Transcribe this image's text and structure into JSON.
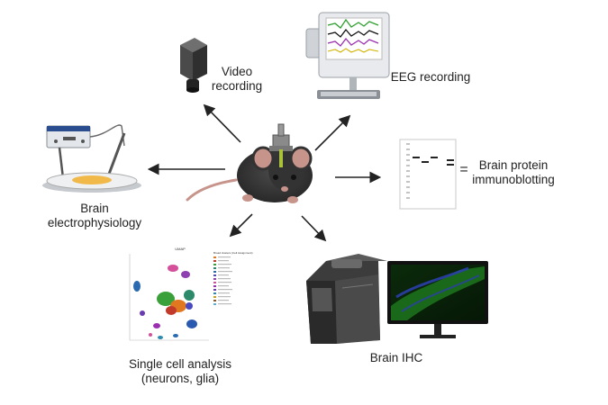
{
  "labels": {
    "video": [
      "Video",
      "recording"
    ],
    "eeg": "EEG recording",
    "ephys": [
      "Brain",
      "electrophysiology"
    ],
    "protein": [
      "Brain protein",
      "immunoblotting"
    ],
    "single_cell": [
      "Single cell analysis",
      "(neurons, glia)"
    ],
    "ihc": "Brain IHC"
  },
  "plot": {
    "title": "UMAP",
    "legend_title": "Broad clusters (Cell Assignment)"
  },
  "colors": {
    "mouse_body": "#3a3a3a",
    "mouse_ear": "#c7948b",
    "implant": "#a9c23a",
    "arrow": "#222222",
    "eeg_trace_green": "#2e9e2e",
    "eeg_trace_purple": "#9b2fb0",
    "ihc_stain": "#1f7a1f",
    "ihc_nuclei": "#2a3fa8"
  },
  "icons": [
    "mouse-with-implant-icon",
    "video-camera-icon",
    "eeg-monitor-icon",
    "electrophysiology-rig-icon",
    "western-blot-icon",
    "umap-plot-icon",
    "microscope-scanner-icon"
  ]
}
